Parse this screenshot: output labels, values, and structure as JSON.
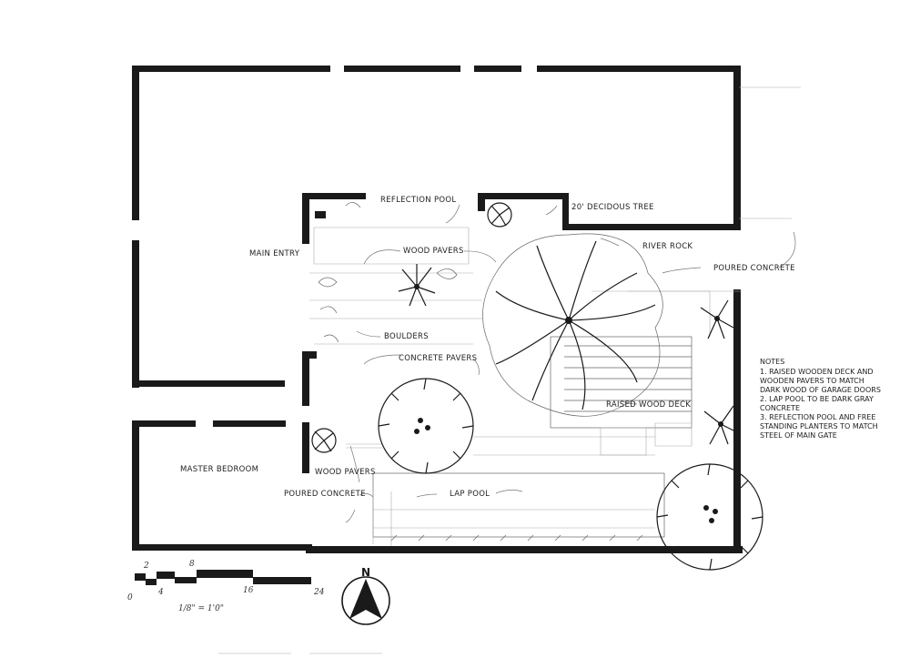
{
  "labels": {
    "reflection_pool": "REFLECTION POOL",
    "decidous_tree": "20' DECIDOUS TREE",
    "main_entry": "MAIN ENTRY",
    "wood_pavers_top": "WOOD PAVERS",
    "river_rock": "RIVER ROCK",
    "poured_concrete_right": "POURED CONCRETE",
    "boulders": "BOULDERS",
    "concrete_pavers": "CONCRETE PAVERS",
    "raised_wood_deck": "RAISED WOOD DECK",
    "master_bedroom": "MASTER BEDROOM",
    "wood_pavers_bottom": "WOOD PAVERS",
    "poured_concrete_left": "POURED CONCRETE",
    "lap_pool": "LAP POOL"
  },
  "notes": {
    "heading": "NOTES",
    "lines": [
      "1. RAISED WOODEN DECK AND",
      "WOODEN PAVERS TO MATCH",
      "DARK WOOD OF GARAGE DOORS",
      "2. LAP POOL TO BE DARK GRAY",
      "CONCRETE",
      "3. REFLECTION POOL AND FREE",
      "STANDING PLANTERS TO MATCH",
      "STEEL OF MAIN GATE"
    ]
  },
  "scale": {
    "ticks": [
      "0",
      "2",
      "4",
      "8",
      "16",
      "24"
    ],
    "ratio": "1/8\" = 1'0\""
  },
  "north": {
    "letter": "N"
  },
  "colors": {
    "ink": "#1a1a1a",
    "paper": "#ffffff",
    "pencil": "#777777"
  },
  "icons": [
    "north-arrow-icon",
    "tree-icon",
    "shrub-icon",
    "scale-bar-icon"
  ]
}
